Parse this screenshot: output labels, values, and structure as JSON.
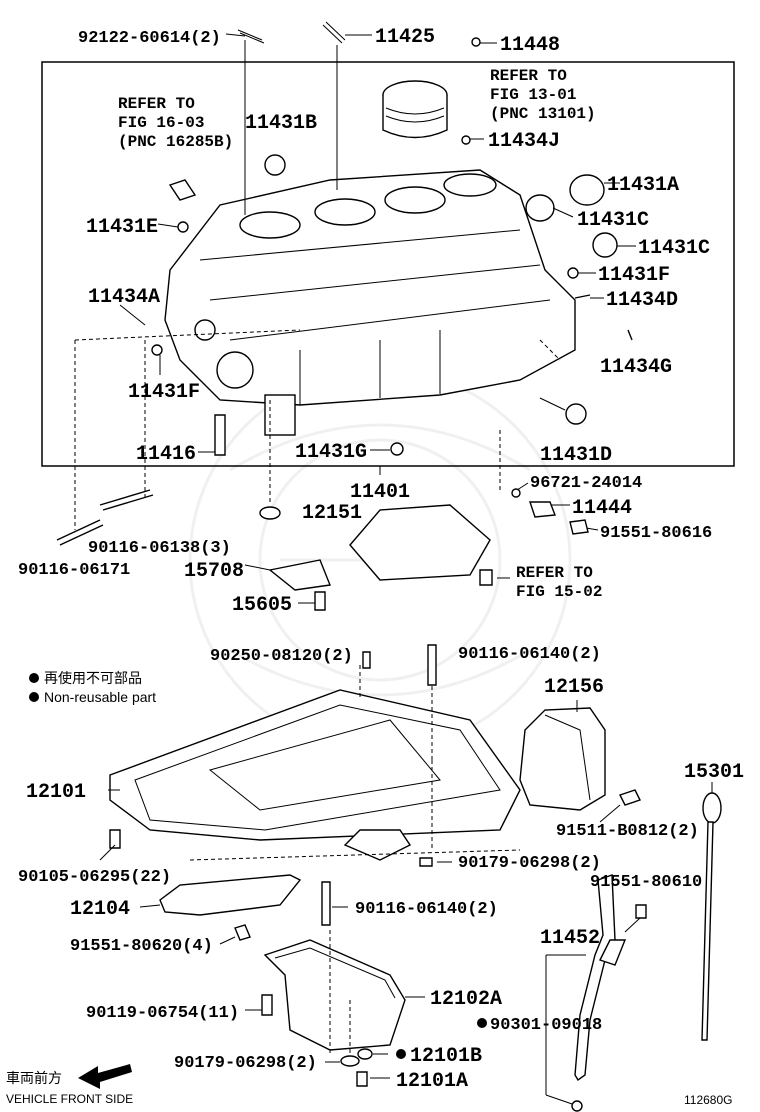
{
  "labels": {
    "l92122": "92122-60614(2)",
    "l11425": "11425",
    "l11448": "11448",
    "refer_to_1": "REFER TO",
    "fig_13_01": "FIG 13-01",
    "pnc_13101": "(PNC 13101)",
    "refer_to_2": "REFER TO",
    "fig_16_03": "FIG 16-03",
    "pnc_16285b": "(PNC 16285B)",
    "l11431b": "11431B",
    "l11434j": "11434J",
    "l11431a": "11431A",
    "l11431c1": "11431C",
    "l11431c2": "11431C",
    "l11431e": "11431E",
    "l11431f1": "11431F",
    "l11434d": "11434D",
    "l11434a": "11434A",
    "l11434g": "11434G",
    "l11431f2": "11431F",
    "l11416": "11416",
    "l11431g": "11431G",
    "l11431d": "11431D",
    "l11401": "11401",
    "l96721": "96721-24014",
    "l12151": "12151",
    "l11444": "11444",
    "l91551_80616": "91551-80616",
    "l90116_06138": "90116-06138(3)",
    "l90116_06171": "90116-06171",
    "l15708": "15708",
    "refer_to_3": "REFER TO",
    "fig_15_02": "FIG 15-02",
    "l15605": "15605",
    "l90250": "90250-08120(2)",
    "l90116_06140a": "90116-06140(2)",
    "legend_jp": "再使用不可部品",
    "legend_en": "Non-reusable part",
    "l12156": "12156",
    "l15301": "15301",
    "l12101": "12101",
    "l91511": "91511-B0812(2)",
    "l90105": "90105-06295(22)",
    "l90179a": "90179-06298(2)",
    "l91551_80610": "91551-80610",
    "l12104": "12104",
    "l90116_06140b": "90116-06140(2)",
    "l91551_80620": "91551-80620(4)",
    "l11452": "11452",
    "l12102a": "12102A",
    "l90119": "90119-06754(11)",
    "l90301": "90301-09018",
    "l90179b": "90179-06298(2)",
    "l12101b": "12101B",
    "l12101a": "12101A",
    "front_jp": "車両前方",
    "front_en": "VEHICLE FRONT SIDE",
    "fig_code": "112680G"
  },
  "icons": {
    "bullet": "filled-circle",
    "front_arrow": "left-arrow"
  }
}
